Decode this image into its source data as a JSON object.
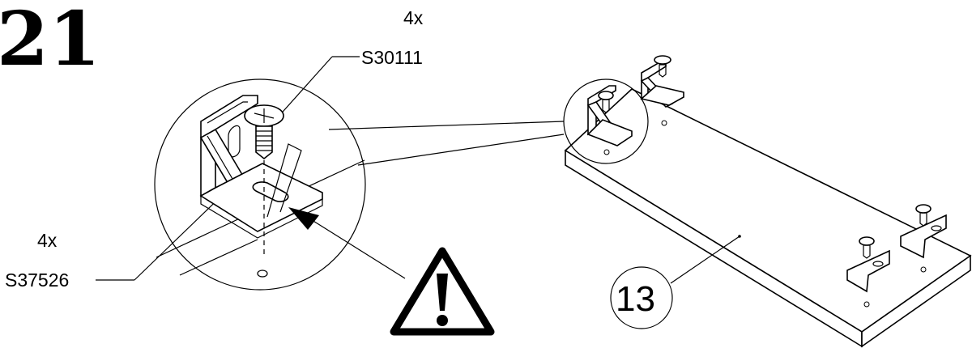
{
  "step": {
    "number": "21"
  },
  "callouts": {
    "screw": {
      "qty": "4x",
      "code": "S30111"
    },
    "bracket": {
      "qty": "4x",
      "code": "S37526"
    }
  },
  "panel": {
    "part_number": "13"
  },
  "warning": {
    "icon": "warning-triangle-icon"
  }
}
